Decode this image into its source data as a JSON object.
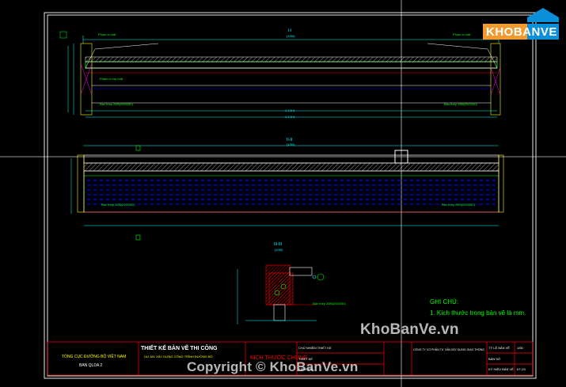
{
  "drawing": {
    "section_labels": [
      "I-I",
      "II-II",
      "III-III"
    ],
    "section_scale": "(1/50)",
    "callouts": {
      "lower_edge": "Phạm vi lớp mặt",
      "upper_edge": "Phạm vi mặt",
      "rebar_note": "Bản thép 2Ø6(200/250)",
      "bottom_note": "Bản thép 2Ø6(200/250)"
    },
    "dims": {
      "total": "1 4 6 0",
      "span": "1 4 9 0"
    }
  },
  "notes": {
    "title": "GHI CHÚ:",
    "line1": "1. Kích thước trong bản vẽ là mm."
  },
  "title_block": {
    "org": "TỔNG CỤC ĐƯỜNG BỘ VIỆT NAM",
    "org_sub": "BAN QLDA 2",
    "stage": "THIẾT KẾ BẢN VẼ THI CÔNG",
    "project_desc": "DỰ ÁN: XÂY DỰNG CÔNG TRÌNH ĐƯỜNG BỘ",
    "sheet_title": "KÍCH THƯỚC CHUNG",
    "roles": [
      "CHỦ NHIỆM THIẾT KẾ",
      "THIẾT KẾ",
      "KIỂM TRA"
    ],
    "company": "CÔNG TY CỔ PHẦN TƯ VẤN XÂY DỰNG GIAO THÔNG",
    "fields": [
      "TỶ LỆ BẢN VẼ",
      "BẢN SỐ",
      "KÝ HIỆU BẢN VẼ"
    ],
    "field_values": [
      "1/50",
      "",
      "KT-03"
    ]
  },
  "watermarks": {
    "main": "KhoBanVe.vn",
    "copyright": "Copyright © KhoBanVe.vn"
  },
  "logo": {
    "text": "KHOBANVE",
    "colors": {
      "orange": "#f29a2e",
      "blue": "#0a8fd8"
    }
  },
  "colors": {
    "background": "#000000",
    "frame": "#ffffff",
    "cyan": "#00ffff",
    "green": "#00ff00",
    "yellow": "#ffff00",
    "red": "#ff0000",
    "blue": "#0000ff",
    "magenta": "#ff00ff"
  }
}
